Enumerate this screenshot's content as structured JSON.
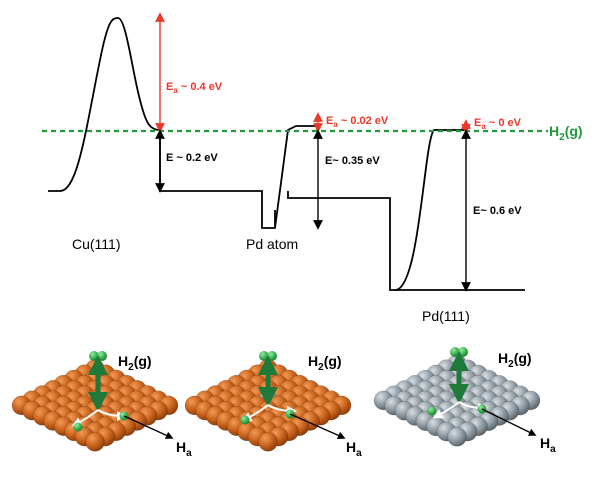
{
  "energy_diagram": {
    "reference_label_main": "H",
    "reference_label_sub": "2",
    "reference_label_tail": "(g)",
    "surfaces": [
      "Cu(111)",
      "Pd atom",
      "Pd(111)"
    ],
    "barriers": [
      {
        "prefix": "E",
        "sub": "a",
        "text": " ~ 0.4 eV"
      },
      {
        "prefix": "E",
        "sub": "a",
        "text": " ~ 0.02 eV"
      },
      {
        "prefix": "E",
        "sub": "a",
        "text": " ~ 0 eV"
      }
    ],
    "adsorption_energies": [
      "E ~ 0.2 eV",
      "E~ 0.35 eV",
      "E~ 0.6 eV"
    ]
  },
  "panels": [
    {
      "gas_main": "H",
      "gas_sub": "2",
      "gas_tail": "(g)",
      "adatom_main": "H",
      "adatom_sub": "a"
    },
    {
      "gas_main": "H",
      "gas_sub": "2",
      "gas_tail": "(g)",
      "adatom_main": "H",
      "adatom_sub": "a"
    },
    {
      "gas_main": "H",
      "gas_sub": "2",
      "gas_tail": "(g)",
      "adatom_main": "H",
      "adatom_sub": "a"
    }
  ],
  "colors": {
    "reference_line": "#1f9a3a",
    "barrier": "#e8392a",
    "profile": "#000000",
    "copper": "#c8621c",
    "palladium": "#8f9aa2",
    "hydrogen": "#33b04a",
    "arrow": "#1f7a3a"
  }
}
